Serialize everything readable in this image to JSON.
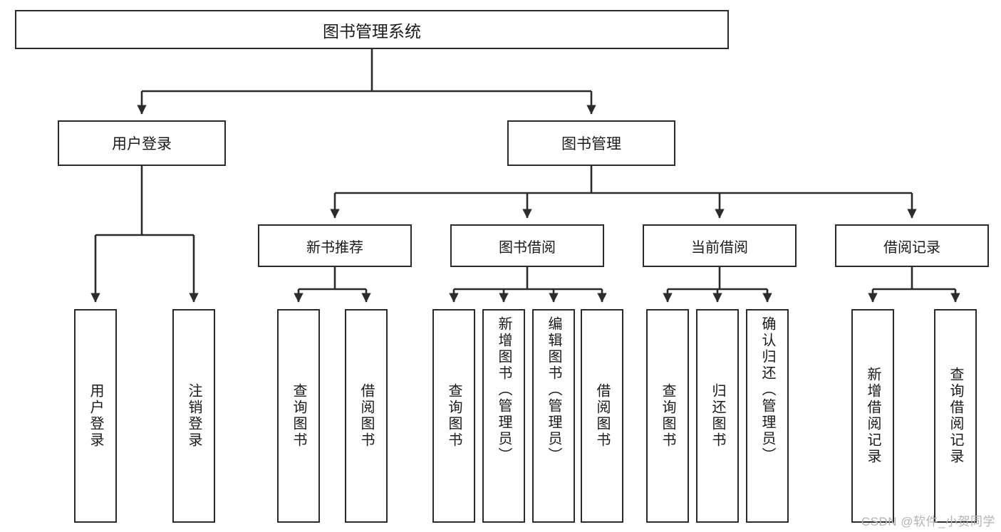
{
  "diagram": {
    "title": "图书管理系统",
    "type": "tree-hierarchy",
    "root": {
      "label": "图书管理系统"
    },
    "level2": [
      {
        "id": "user-login",
        "label": "用户登录"
      },
      {
        "id": "book-manage",
        "label": "图书管理"
      }
    ],
    "level3": [
      {
        "id": "new-book-recommend",
        "label": "新书推荐"
      },
      {
        "id": "book-borrow",
        "label": "图书借阅"
      },
      {
        "id": "current-borrow",
        "label": "当前借阅"
      },
      {
        "id": "borrow-record",
        "label": "借阅记录"
      }
    ],
    "leaves": [
      {
        "id": "leaf-user-login",
        "label": "用户登录",
        "parent": "用户登录"
      },
      {
        "id": "leaf-logout",
        "label": "注销登录",
        "parent": "用户登录"
      },
      {
        "id": "leaf-query-book-1",
        "label": "查询图书",
        "parent": "新书推荐"
      },
      {
        "id": "leaf-borrow-book-1",
        "label": "借阅图书",
        "parent": "新书推荐"
      },
      {
        "id": "leaf-query-book-2",
        "label": "查询图书",
        "parent": "图书借阅"
      },
      {
        "id": "leaf-add-book",
        "label": "新增图书（管理员）",
        "parent": "图书借阅"
      },
      {
        "id": "leaf-edit-book",
        "label": "编辑图书（管理员）",
        "parent": "图书借阅"
      },
      {
        "id": "leaf-borrow-book-2",
        "label": "借阅图书",
        "parent": "图书借阅"
      },
      {
        "id": "leaf-query-book-3",
        "label": "查询图书",
        "parent": "当前借阅"
      },
      {
        "id": "leaf-return-book",
        "label": "归还图书",
        "parent": "当前借阅"
      },
      {
        "id": "leaf-confirm-return",
        "label": "确认归还（管理员）",
        "parent": "当前借阅"
      },
      {
        "id": "leaf-add-record",
        "label": "新增借阅记录",
        "parent": "借阅记录"
      },
      {
        "id": "leaf-query-record",
        "label": "查询借阅记录",
        "parent": "借阅记录"
      }
    ],
    "colors": {
      "stroke": "#2b2b2b",
      "background": "#ffffff",
      "text": "#1a1a1a",
      "watermark": "#b3b3b3"
    }
  },
  "watermark": {
    "text": "CSDN @软件_小贺同学"
  }
}
